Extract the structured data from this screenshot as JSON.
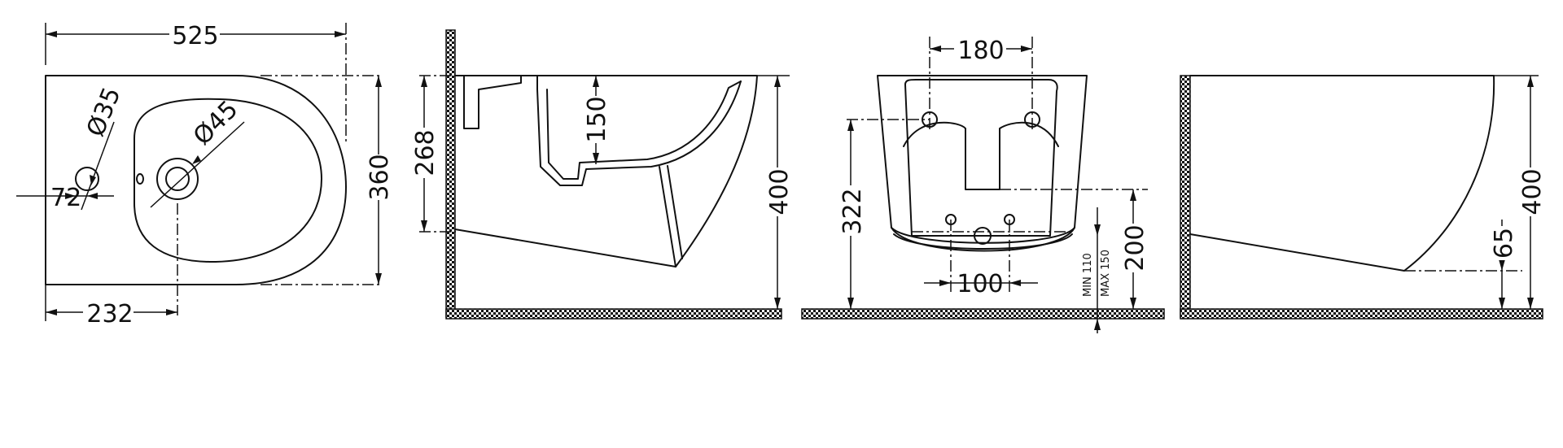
{
  "views": {
    "top": {
      "width": "525",
      "depth": "360",
      "hole_offset": "232",
      "hole_small": "Ø35",
      "hole_edge": "72",
      "hole_large": "Ø45"
    },
    "section": {
      "height_268": "268",
      "depth_150": "150",
      "height_400": "400"
    },
    "front": {
      "bolt_spacing": "180",
      "height_322": "322",
      "height_200": "200",
      "spacing_100": "100",
      "min_note": "MIN 110",
      "max_note": "MAX 150"
    },
    "side": {
      "height_400": "400",
      "height_65": "65"
    }
  }
}
